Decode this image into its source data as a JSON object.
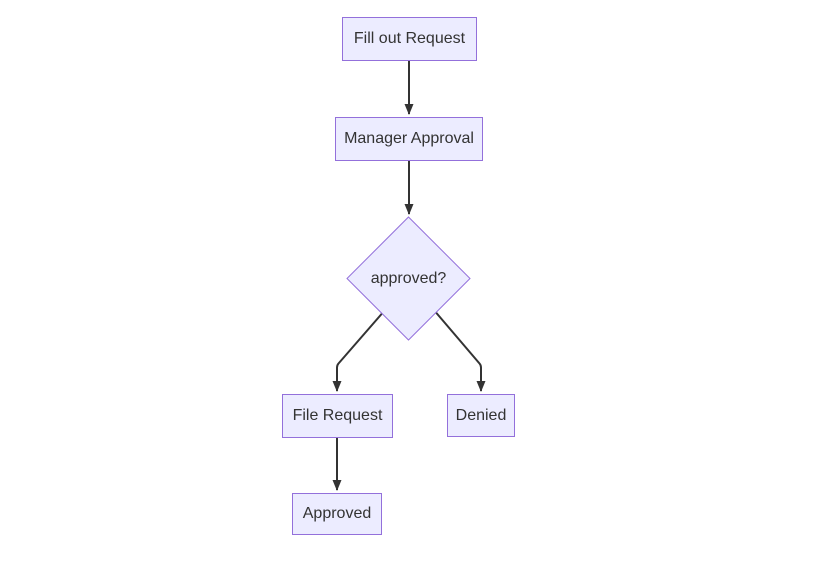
{
  "diagram": {
    "type": "flowchart-top-down",
    "nodes": {
      "fill_out_request": {
        "label": "Fill out Request",
        "shape": "rect"
      },
      "manager_approval": {
        "label": "Manager Approval",
        "shape": "rect"
      },
      "approved_decision": {
        "label": "approved?",
        "shape": "diamond"
      },
      "file_request": {
        "label": "File Request",
        "shape": "rect"
      },
      "denied": {
        "label": "Denied",
        "shape": "rect"
      },
      "approved": {
        "label": "Approved",
        "shape": "rect"
      }
    },
    "edges": [
      {
        "from": "fill_out_request",
        "to": "manager_approval",
        "label": ""
      },
      {
        "from": "manager_approval",
        "to": "approved_decision",
        "label": ""
      },
      {
        "from": "approved_decision",
        "to": "file_request",
        "label": ""
      },
      {
        "from": "approved_decision",
        "to": "denied",
        "label": ""
      },
      {
        "from": "file_request",
        "to": "approved",
        "label": ""
      }
    ],
    "colors": {
      "node_fill": "#ECECFF",
      "node_border": "#9370DB",
      "text": "#333333",
      "edge": "#333333",
      "background": "#FFFFFF"
    }
  }
}
